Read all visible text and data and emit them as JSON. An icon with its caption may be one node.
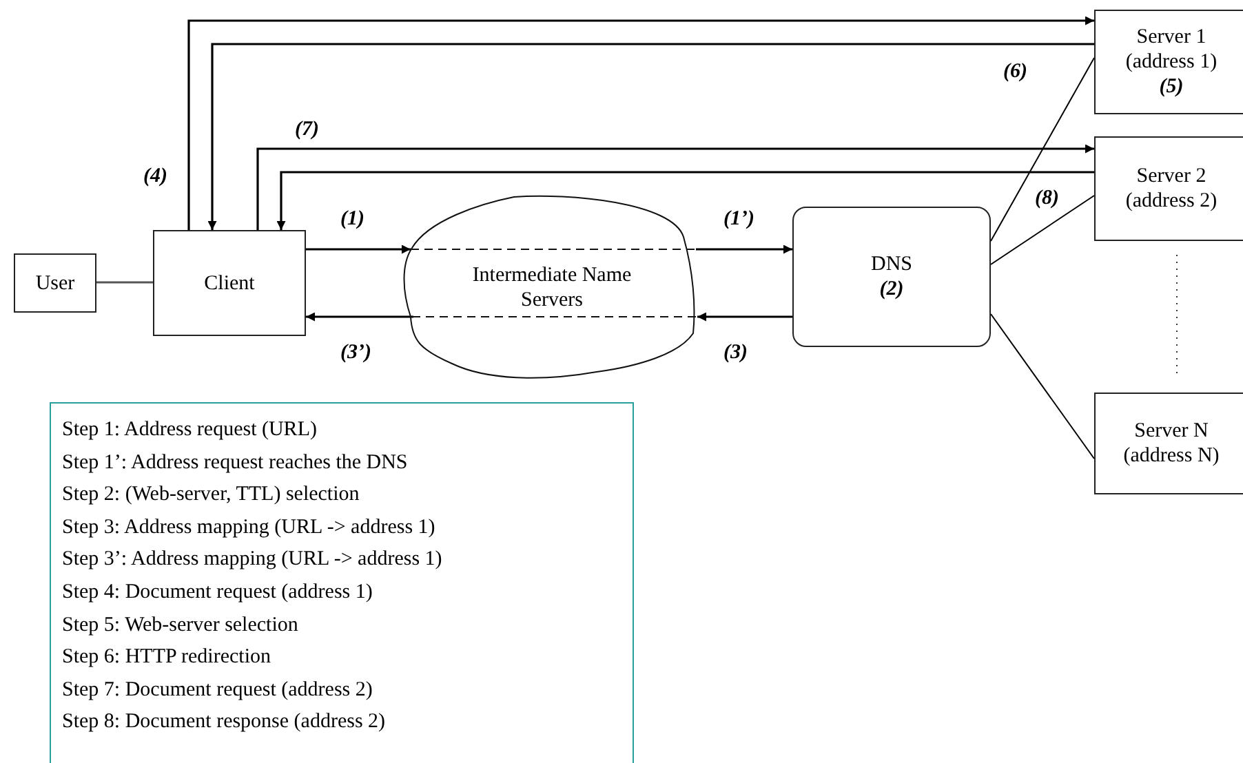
{
  "diagram": {
    "nodes": [
      {
        "text": [
          "User"
        ]
      },
      {
        "text": [
          "Client"
        ]
      },
      {
        "text": [
          "Intermediate Name Servers"
        ]
      },
      {
        "text": [
          "DNS",
          "(2)"
        ]
      },
      {
        "text": [
          "Server 1",
          "(address 1)",
          "(5)"
        ]
      },
      {
        "text": [
          "Server 2",
          "(address 2)"
        ]
      },
      {
        "text": [
          "Server N",
          "(address N)"
        ]
      },
      {
        "text": [
          "Step 1: Address request (URL)",
          "Step 1’: Address request reaches the DNS",
          "Step 2: (Web-server, TTL) selection",
          "Step 3: Address mapping (URL -> address 1)",
          "Step 3’: Address mapping (URL -> address 1)",
          "Step 4: Document request (address 1)",
          "Step 5: Web-server selection",
          "Step 6: HTTP redirection",
          "Step 7: Document request (address 2)",
          "Step 8: Document response (address 2)"
        ]
      }
    ],
    "edges": [
      {
        "from": 0,
        "to": 1,
        "arrow": "none"
      },
      {
        "from": 1,
        "to": 2,
        "arrow": "to",
        "label": "(1)"
      },
      {
        "from": 2,
        "to": 3,
        "arrow": "to",
        "label": "(1’)"
      },
      {
        "from": 3,
        "to": 2,
        "arrow": "to",
        "label": "(3)"
      },
      {
        "from": 2,
        "to": 1,
        "arrow": "to",
        "label": "(3’)"
      },
      {
        "from": 1,
        "to": 4,
        "arrow": "to",
        "label": "(4)"
      },
      {
        "from": 4,
        "to": 1,
        "arrow": "to",
        "label": "(6)"
      },
      {
        "from": 1,
        "to": 5,
        "arrow": "to",
        "label": "(7)"
      },
      {
        "from": 5,
        "to": 1,
        "arrow": "to",
        "label": "(8)"
      },
      {
        "from": 3,
        "to": 4,
        "arrow": "none"
      },
      {
        "from": 3,
        "to": 5,
        "arrow": "none"
      },
      {
        "from": 3,
        "to": 6,
        "arrow": "none"
      }
    ]
  }
}
